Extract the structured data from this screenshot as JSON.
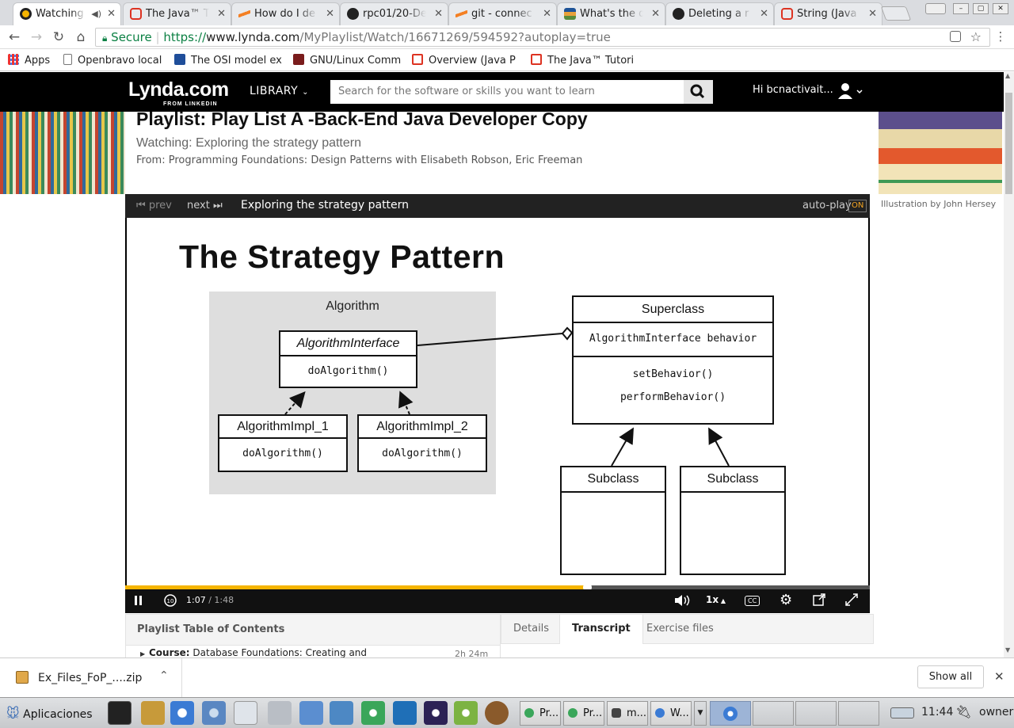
{
  "browser": {
    "tabs": [
      {
        "label": "Watching",
        "active": true
      },
      {
        "label": "The Java™ T"
      },
      {
        "label": "How do I de"
      },
      {
        "label": "rpc01/20-De"
      },
      {
        "label": "git - connec"
      },
      {
        "label": "What's the d"
      },
      {
        "label": "Deleting a r"
      },
      {
        "label": "String (Java"
      }
    ],
    "omnibox": {
      "secure_label": "Secure",
      "scheme": "https://",
      "host": "www.lynda.com",
      "path": "/MyPlaylist/Watch/16671269/594592?autoplay=true"
    },
    "bookmarks": [
      {
        "label": "Apps"
      },
      {
        "label": "Openbravo local"
      },
      {
        "label": "The OSI model ex"
      },
      {
        "label": "GNU/Linux Comm"
      },
      {
        "label": "Overview (Java P"
      },
      {
        "label": "The Java™ Tutori"
      }
    ]
  },
  "site": {
    "logo": "Lynda.com",
    "logo_sub": "FROM LINKEDIN",
    "library_label": "LIBRARY",
    "search_placeholder": "Search for the software or skills you want to learn",
    "greeting": "Hi bcnactivait..."
  },
  "page": {
    "playlist_title": "Playlist: Play List A -Back-End Java Developer Copy",
    "watching": "Watching: Exploring the strategy pattern",
    "from": "From: Programming Foundations: Design Patterns with Elisabeth Robson, Eric Freeman",
    "illustration_credit": "Illustration by John Hersey"
  },
  "player": {
    "prev_label": "prev",
    "next_label": "next",
    "video_title": "Exploring the strategy pattern",
    "autoplay_label": "auto-play",
    "autoplay_state": "ON",
    "current_time": "1:07",
    "duration": "1:48",
    "progress_fraction": 0.62,
    "speed": "1x",
    "cc_label": "CC"
  },
  "slide": {
    "title": "The Strategy Pattern",
    "group_label": "Algorithm",
    "interface_name": "AlgorithmInterface",
    "interface_method": "doAlgorithm()",
    "impl1_name": "AlgorithmImpl_1",
    "impl1_method": "doAlgorithm()",
    "impl2_name": "AlgorithmImpl_2",
    "impl2_method": "doAlgorithm()",
    "superclass_name": "Superclass",
    "superclass_field": "AlgorithmInterface behavior",
    "superclass_method1": "setBehavior()",
    "superclass_method2": "performBehavior()",
    "subclass1_name": "Subclass",
    "subclass2_name": "Subclass"
  },
  "below": {
    "toc_header": "Playlist Table of Contents",
    "toc_row_prefix": "Course:",
    "toc_row_title": "Database Foundations: Creating and",
    "toc_row_duration": "2h 24m",
    "tabs": [
      {
        "label": "Details"
      },
      {
        "label": "Transcript",
        "active": true
      },
      {
        "label": "Exercise files"
      }
    ]
  },
  "downloads": {
    "file_name": "Ex_Files_FoP_....zip",
    "show_all": "Show all"
  },
  "taskbar": {
    "apps_label": "Aplicaciones",
    "tasks": [
      {
        "label": "Pr..."
      },
      {
        "label": "Pr..."
      },
      {
        "label": "m..."
      },
      {
        "label": "W..."
      }
    ],
    "clock": "11:44",
    "user": "owner"
  },
  "colors": {
    "accent_progress": "#f5b400",
    "secure_green": "#0b8043",
    "header_black": "#000000"
  }
}
